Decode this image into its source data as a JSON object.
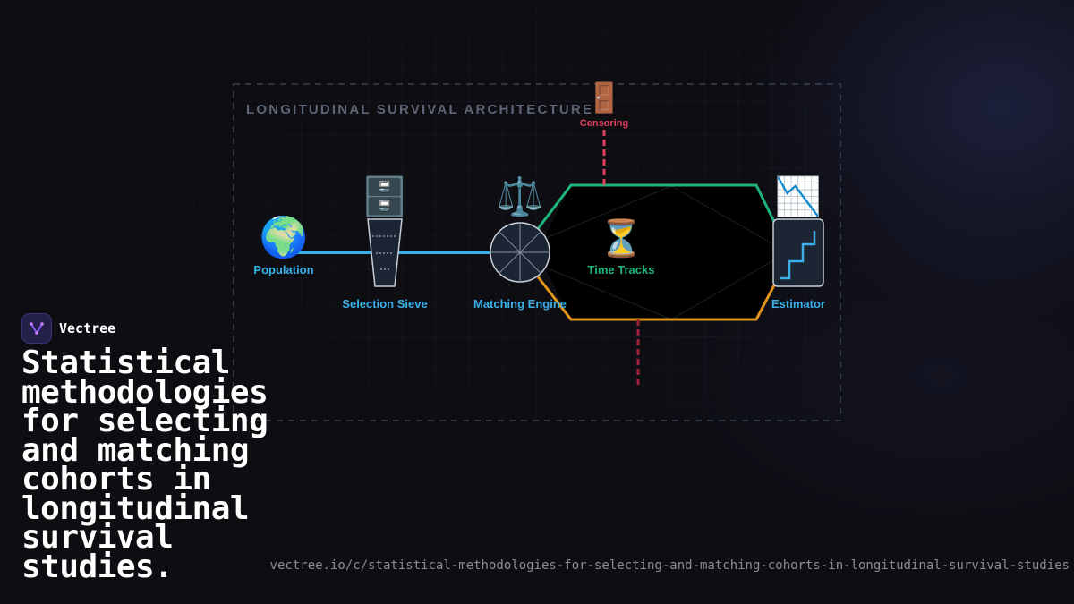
{
  "diagram": {
    "title": "LONGITUDINAL SURVIVAL ARCHITECTURE",
    "nodes": {
      "population": {
        "label": "Population",
        "icon": "globe-icon",
        "glyph": "🌍",
        "color": "#3bb0e8"
      },
      "selection_sieve": {
        "label": "Selection Sieve",
        "icon": "file-cabinet-icon",
        "glyph": "🗄️",
        "color": "#3bb0e8"
      },
      "matching_engine": {
        "label": "Matching Engine",
        "icon": "balance-scale-icon",
        "glyph": "⚖️",
        "color": "#3bb0e8"
      },
      "time_tracks": {
        "label": "Time Tracks",
        "icon": "hourglass-icon",
        "glyph": "⏳",
        "color": "#1fb57a"
      },
      "censoring": {
        "label": "Censoring",
        "icon": "door-icon",
        "glyph": "🚪",
        "color": "#e0405e"
      },
      "estimator": {
        "label": "Estimator",
        "icon": "chart-decreasing-icon",
        "glyph": "📉",
        "color": "#3bb0e8"
      }
    },
    "colors": {
      "flow": "#3bb0e8",
      "upper_track": "#1fb57a",
      "lower_track": "#e0941c",
      "censoring": "#e0405e",
      "frame": "#3a4150",
      "title": "#5d6576"
    }
  },
  "brand": {
    "name": "Vectree",
    "logo_icon": "vectree-logo-icon",
    "accent": "#8a5cf0"
  },
  "headline": "Statistical methodologies for selecting and matching cohorts in longitudinal survival studies.",
  "url": "vectree.io/c/statistical-methodologies-for-selecting-and-matching-cohorts-in-longitudinal-survival-studies"
}
